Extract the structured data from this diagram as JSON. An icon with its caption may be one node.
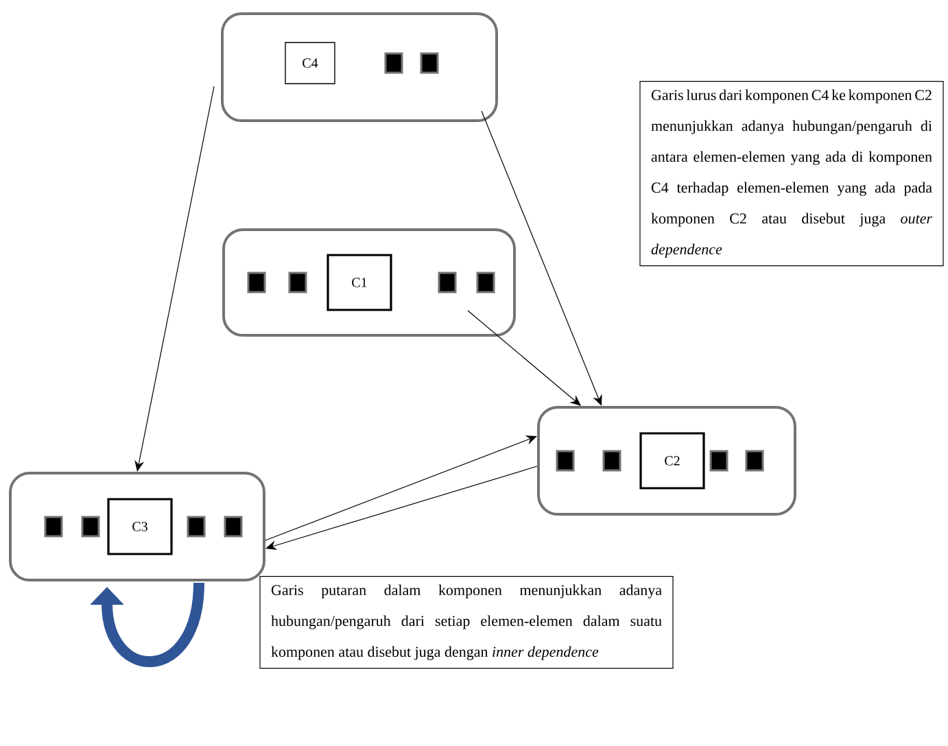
{
  "diagram": {
    "nodes": [
      {
        "text": [
          "C4"
        ]
      },
      {
        "text": [
          "Garis lurus dari komponen C4 ke komponen C2 menunjukkan adanya hubungan/pengaruh di antara elemen-elemen yang ada di komponen C4 terhadap elemen-elemen yang ada pada komponen C2 atau disebut juga *outer dependence*"
        ]
      },
      {
        "text": [
          "C1"
        ]
      },
      {
        "text": [
          "C2"
        ]
      },
      {
        "text": [
          "C3"
        ]
      },
      {
        "text": [
          "Garis putaran dalam komponen menunjukkan adanya hubungan/pengaruh dari setiap elemen-elemen dalam suatu komponen atau disebut juga dengan *inner dependence*"
        ]
      }
    ],
    "edges": [
      {
        "from": 0,
        "to": 4,
        "arrow": "to"
      },
      {
        "from": 0,
        "to": 3,
        "arrow": "to"
      },
      {
        "from": 2,
        "to": 3,
        "arrow": "to"
      },
      {
        "from": 4,
        "to": 3,
        "arrow": "to"
      },
      {
        "from": 3,
        "to": 4,
        "arrow": "to"
      },
      {
        "from": 4,
        "to": 4,
        "arrow": "to",
        "style": "thick",
        "color": "#2f5597"
      }
    ]
  }
}
